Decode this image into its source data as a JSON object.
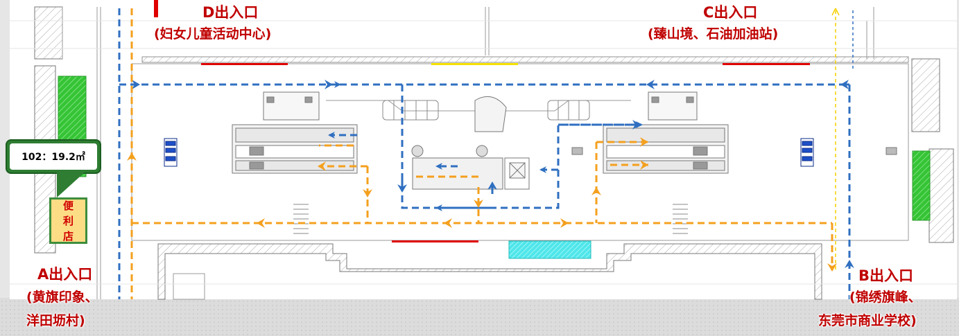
{
  "exits": {
    "D": {
      "title": "D出入口",
      "sub": "(妇女儿童活动中心)"
    },
    "C": {
      "title": "C出入口",
      "sub": "(臻山境、石油加油站)"
    },
    "A": {
      "title": "A出入口",
      "sub1": "(黄旗印象、",
      "sub2": "洋田坜村)"
    },
    "B": {
      "title": "B出入口",
      "sub1": "(锦绣旗峰、",
      "sub2": "东莞市商业学校)"
    }
  },
  "shop": {
    "callout": "102：19.2㎡",
    "name_line1": "便",
    "name_line2": "利",
    "name_line3": "店"
  },
  "colors": {
    "exit_text": "#c00000",
    "route_blue": "#2f6fc0",
    "route_orange": "#f4a01e",
    "wall_hatch": "#9a9a9a",
    "red_marker": "#e00000",
    "yellow_marker": "#f5e100",
    "cyan_zone": "#37e0e6",
    "green_zone": "#33cc33"
  }
}
